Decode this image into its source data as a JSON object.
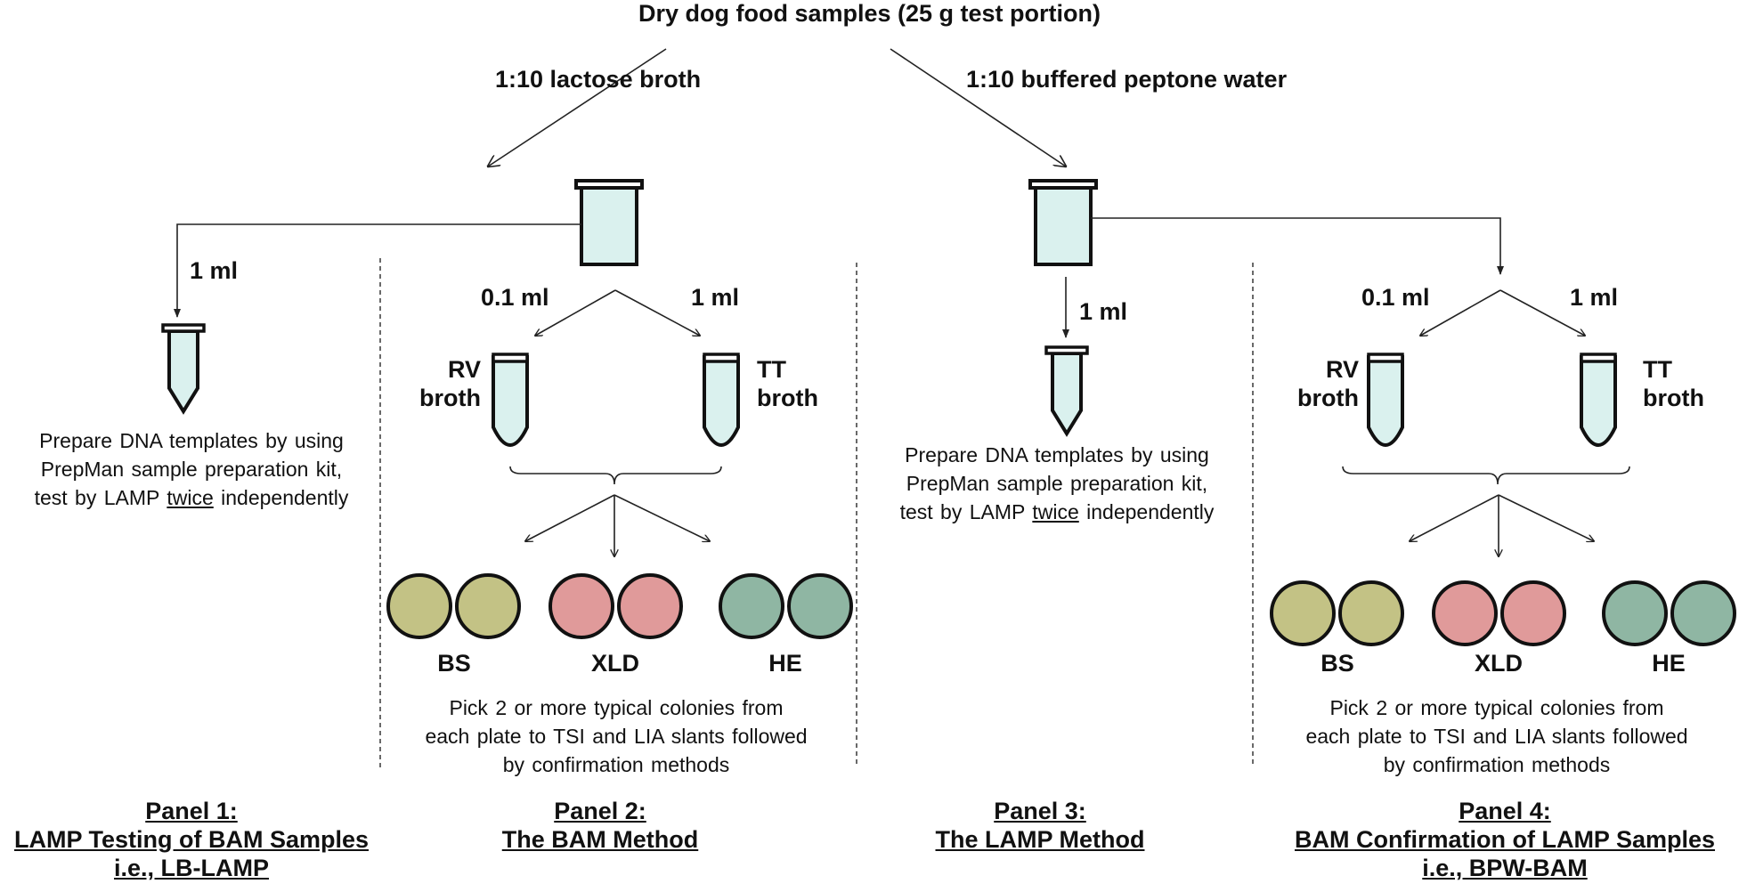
{
  "title": "Dry dog food samples (25 g test portion)",
  "branches": {
    "left": "1:10 lactose broth",
    "right": "1:10 buffered peptone water"
  },
  "volumes": {
    "one_ml": "1 ml",
    "point_one_ml": "0.1 ml"
  },
  "broths": {
    "rv_line1": "RV",
    "rv_line2": "broth",
    "tt_line1": "TT",
    "tt_line2": "broth"
  },
  "lamp_text": {
    "line1": "Prepare DNA templates by using",
    "line2": "PrepMan sample preparation kit,",
    "line3_pre": "test by LAMP ",
    "line3_emph": "twice",
    "line3_post": " independently"
  },
  "plates": [
    "BS",
    "XLD",
    "HE"
  ],
  "plate_colors": {
    "BS": "#c3c285",
    "XLD": "#e09a9a",
    "HE": "#8fb6a3"
  },
  "tube_fill": "#daf1ee",
  "confirm_text": {
    "line1": "Pick 2 or more typical colonies from",
    "line2": "each plate to TSI and LIA slants followed",
    "line3": "by confirmation methods"
  },
  "panels": [
    {
      "title": "Panel 1:",
      "line2": "LAMP Testing of BAM Samples",
      "line3": "i.e., LB-LAMP"
    },
    {
      "title": "Panel 2:",
      "line2": "The BAM Method"
    },
    {
      "title": "Panel 3:",
      "line2": "The LAMP Method"
    },
    {
      "title": "Panel 4:",
      "line2": "BAM Confirmation of LAMP Samples",
      "line3": "i.e., BPW-BAM"
    }
  ]
}
